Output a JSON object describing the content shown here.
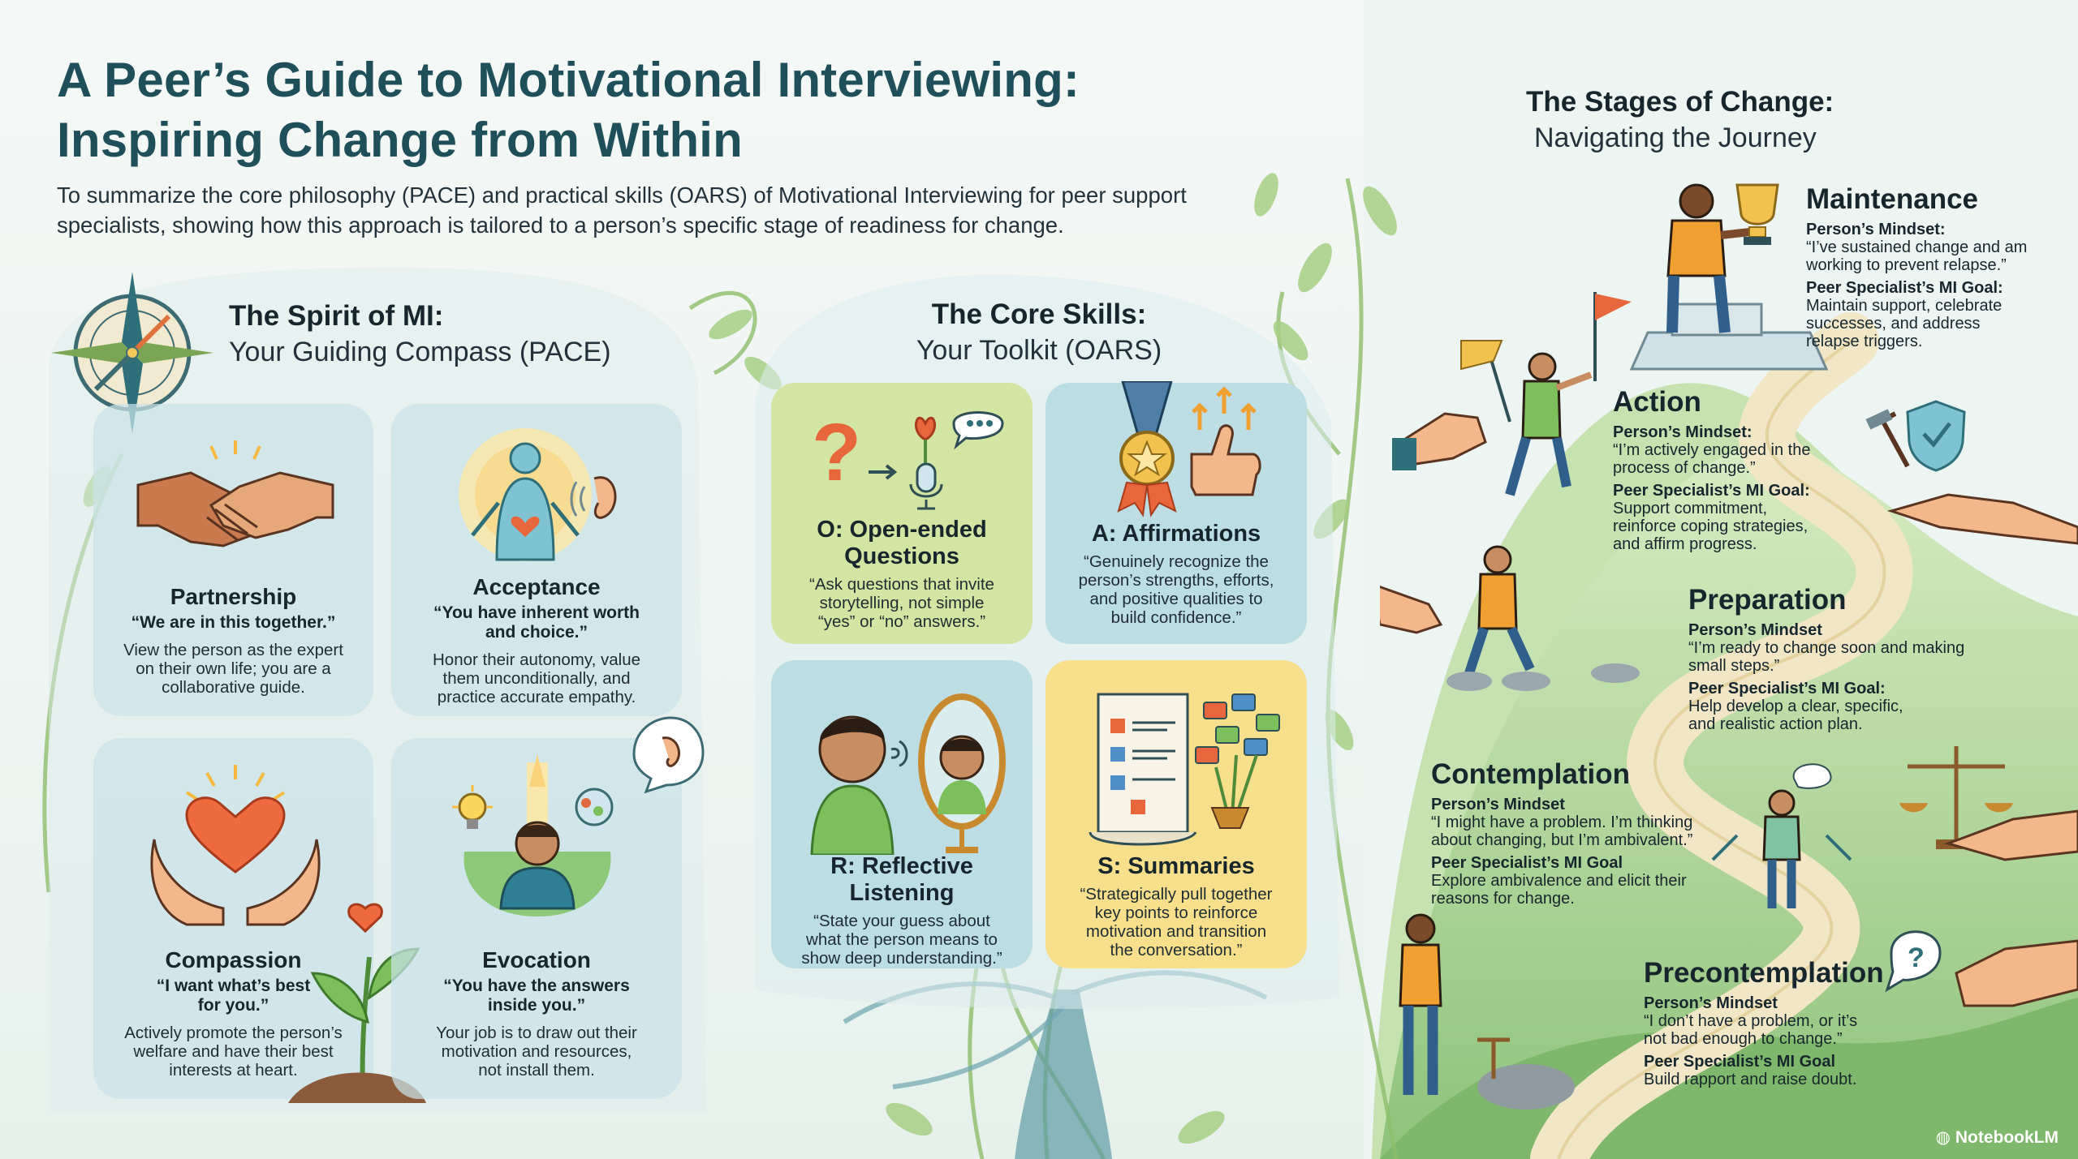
{
  "header": {
    "title_line1": "A Peer’s Guide to Motivational Interviewing:",
    "title_line2": "Inspiring Change from Within",
    "subtitle_line1": "To summarize the core philosophy (PACE) and practical skills (OARS) of Motivational Interviewing for peer support",
    "subtitle_line2": "specialists, showing how this approach is tailored to a person’s specific stage of readiness for change."
  },
  "pace": {
    "title": "The Spirit of MI:",
    "subtitle": "Your Guiding Compass (PACE)",
    "cards": [
      {
        "title": "Partnership",
        "quote": "“We are in this together.”",
        "desc": [
          "View the person as the expert",
          "on their own life; you are a",
          "collaborative guide."
        ]
      },
      {
        "title": "Acceptance",
        "quote": [
          "“You have inherent worth",
          "and choice.”"
        ],
        "desc": [
          "Honor their autonomy, value",
          "them unconditionally, and",
          "practice accurate empathy."
        ]
      },
      {
        "title": "Compassion",
        "quote": [
          "“I want what’s best",
          "for you.”"
        ],
        "desc": [
          "Actively promote the person’s",
          "welfare and have their best",
          "interests at heart."
        ]
      },
      {
        "title": "Evocation",
        "quote": [
          "“You have the answers",
          "inside you.”"
        ],
        "desc": [
          "Your job is to draw out their",
          "motivation and resources,",
          "not install them."
        ]
      }
    ]
  },
  "oars": {
    "title": "The Core Skills:",
    "subtitle": "Your Toolkit (OARS)",
    "tiles": [
      {
        "title": [
          "O: Open-ended",
          "Questions"
        ],
        "desc": [
          "“Ask questions that invite",
          "storytelling, not simple",
          "“yes” or “no” answers.”"
        ]
      },
      {
        "title": [
          "A: Affirmations"
        ],
        "desc": [
          "“Genuinely recognize the",
          "person’s strengths, efforts,",
          "and positive qualities to",
          "build confidence.”"
        ]
      },
      {
        "title": [
          "R: Reflective Listening"
        ],
        "desc": [
          "“State your guess about",
          "what the person means to",
          "show deep understanding.”"
        ]
      },
      {
        "title": [
          "S: Summaries"
        ],
        "desc": [
          "“Strategically pull together",
          "key points to reinforce",
          "motivation and transition",
          "the conversation.”"
        ]
      }
    ]
  },
  "stages": {
    "title": "The Stages of Change:",
    "subtitle": "Navigating the Journey",
    "items": [
      {
        "name": "Maintenance",
        "mindset_label": "Person’s Mindset:",
        "mindset": [
          "“I’ve sustained change and am",
          "working to prevent relapse.”"
        ],
        "goal_label": "Peer Specialist’s MI Goal:",
        "goal": [
          "Maintain support, celebrate",
          "successes, and address",
          "relapse triggers."
        ]
      },
      {
        "name": "Action",
        "mindset_label": "Person’s Mindset:",
        "mindset": [
          "“I’m actively engaged in the",
          "process of change.”"
        ],
        "goal_label": "Peer Specialist’s MI Goal:",
        "goal": [
          "Support commitment,",
          "reinforce coping strategies,",
          "and affirm progress."
        ]
      },
      {
        "name": "Preparation",
        "mindset_label": "Person’s Mindset",
        "mindset": [
          "“I’m ready to change soon and making",
          "small steps.”"
        ],
        "goal_label": "Peer Specialist’s MI Goal:",
        "goal": [
          "Help develop a clear, specific,",
          "and realistic action plan."
        ]
      },
      {
        "name": "Contemplation",
        "mindset_label": "Person’s Mindset",
        "mindset": [
          "“I might have a problem. I’m thinking",
          "about changing, but I’m ambivalent.”"
        ],
        "goal_label": "Peer Specialist’s MI Goal",
        "goal": [
          "Explore ambivalence and elicit their",
          "reasons for change."
        ]
      },
      {
        "name": "Precontemplation",
        "mindset_label": "Person’s Mindset",
        "mindset": [
          "“I don’t have a problem, or it’s",
          "not bad enough to change.”"
        ],
        "goal_label": "Peer Specialist’s MI Goal",
        "goal": [
          "Build rapport and raise doubt."
        ]
      }
    ]
  },
  "icons": {
    "partnership": "handshake-icon",
    "acceptance": "person-heart-glow-icon",
    "compassion": "heart-in-hands-icon",
    "evocation": "person-lightbulb-ideas-icon",
    "open_questions": "question-mark-flower-microphone-icon",
    "affirmations": "medal-thumbs-up-icon",
    "reflective_listening": "face-to-face-mirror-icon",
    "summaries": "document-bouquet-icon",
    "compass": "compass-rose-icon",
    "trophy": "trophy-icon"
  },
  "brand": "NotebookLM",
  "colors": {
    "title": "#1f4f5a",
    "card_blue": "#cae3e9",
    "tile_green": "#d6e6a6",
    "tile_blue": "#bcdde3",
    "tile_yellow": "#f8de8a",
    "hill_green": "#a8d08d",
    "path": "#efe4c2"
  }
}
